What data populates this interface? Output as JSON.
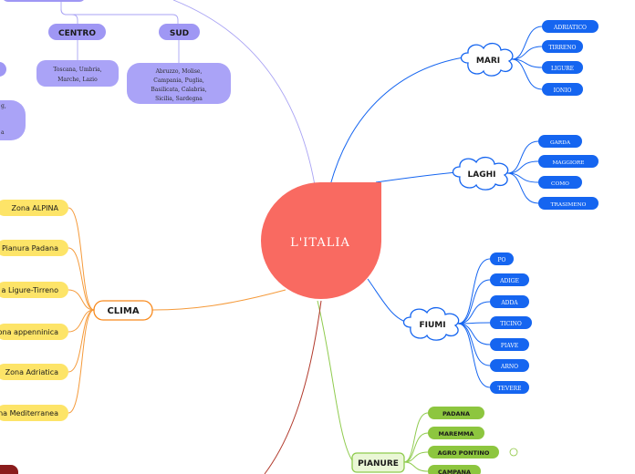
{
  "central": {
    "label": "L'ITALIA"
  },
  "regions": {
    "centro": {
      "label": "CENTRO",
      "detail_lines": [
        "Toscana, Umbria,",
        "Marche, Lazio"
      ]
    },
    "sud": {
      "label": "SUD",
      "detail_lines": [
        "Abruzzo, Molise,",
        "Campania, Puglia,",
        "Basilicata, Calabria,",
        "Sicilia, Sardegna"
      ]
    },
    "left_detail_fragments": [
      "g,",
      "a"
    ]
  },
  "mari": {
    "label": "MARI",
    "items": [
      "ADRIATICO",
      "TIRRENO",
      "LIGURE",
      "IONIO"
    ]
  },
  "laghi": {
    "label": "LAGHI",
    "items": [
      "GARDA",
      "MAGGIORE",
      "COMO",
      "TRASIMENO"
    ]
  },
  "fiumi": {
    "label": "FIUMI",
    "items": [
      "PO",
      "ADIGE",
      "ADDA",
      "TICINO",
      "PIAVE",
      "ARNO",
      "TEVERE"
    ]
  },
  "clima": {
    "label": "CLIMA",
    "items": [
      "Zona ALPINA",
      "Pianura Padana",
      "a Ligure-Tirreno",
      "ona appenninica",
      "Zona Adriatica",
      "na Mediterranea"
    ]
  },
  "pianure": {
    "label": "PIANURE",
    "items": [
      "PADANA",
      "MAREMMA",
      "AGRO PONTINO",
      "CAMPANA"
    ]
  },
  "colors": {
    "central": "#f96a61",
    "region": "#9f97f4",
    "mari": "#1565f0",
    "clima_line": "#f59a3a",
    "clima_topic": "#f8891c",
    "clima_item": "#fde468",
    "pianure_line": "#8fcb4e",
    "pianure_item": "#8dc63f",
    "pianure_topic": "#eaf7d6",
    "dark_line": "#b23a2c",
    "dark_node": "#8a1c1c"
  }
}
